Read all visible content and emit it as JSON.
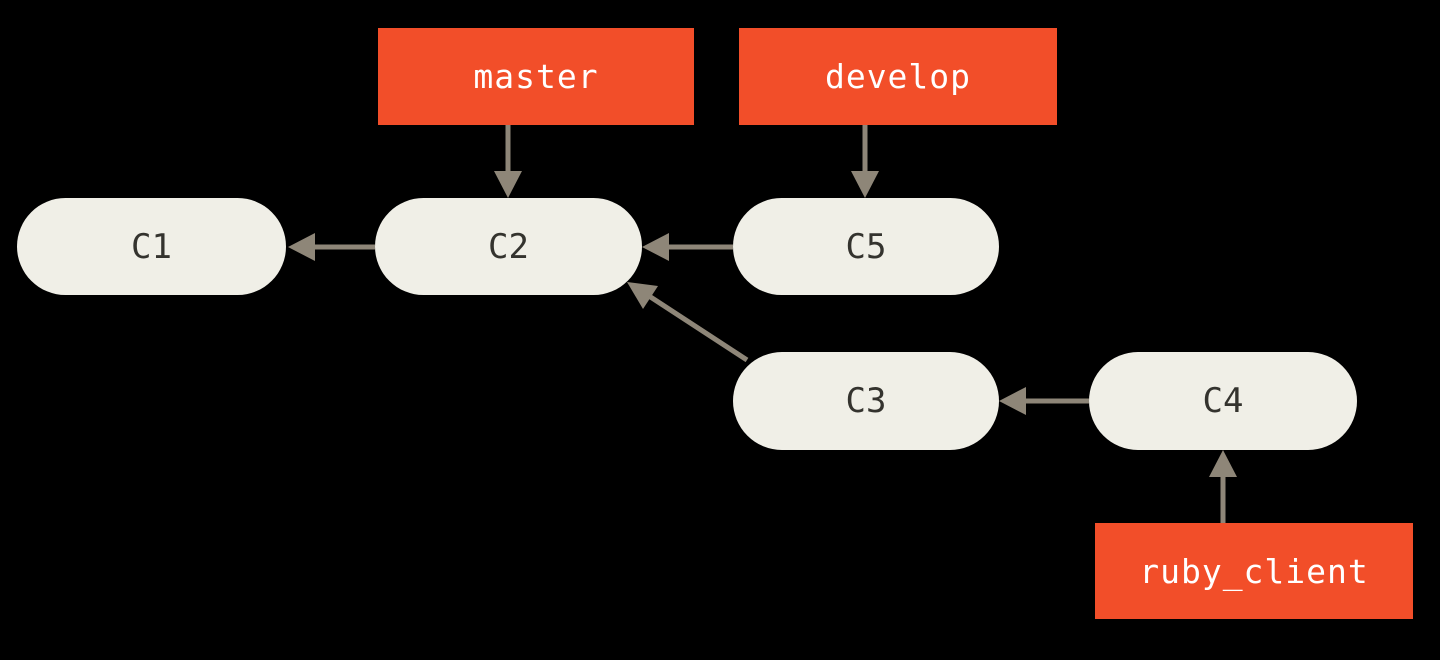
{
  "diagram": {
    "type": "git-commit-graph",
    "background": "#000000",
    "colors": {
      "branch_box": "#f24e29",
      "branch_label_text": "#ffffff",
      "commit_fill": "#f0efe7",
      "commit_label_text": "#34332e",
      "arrow": "#8e8678"
    },
    "branches": {
      "master": {
        "label": "master",
        "points_to": "C2"
      },
      "develop": {
        "label": "develop",
        "points_to": "C5"
      },
      "ruby_client": {
        "label": "ruby_client",
        "points_to": "C4"
      }
    },
    "commits": {
      "c1": {
        "label": "C1",
        "parents": []
      },
      "c2": {
        "label": "C2",
        "parents": [
          "C1"
        ]
      },
      "c5": {
        "label": "C5",
        "parents": [
          "C2"
        ]
      },
      "c3": {
        "label": "C3",
        "parents": [
          "C2"
        ]
      },
      "c4": {
        "label": "C4",
        "parents": [
          "C3"
        ]
      }
    }
  }
}
